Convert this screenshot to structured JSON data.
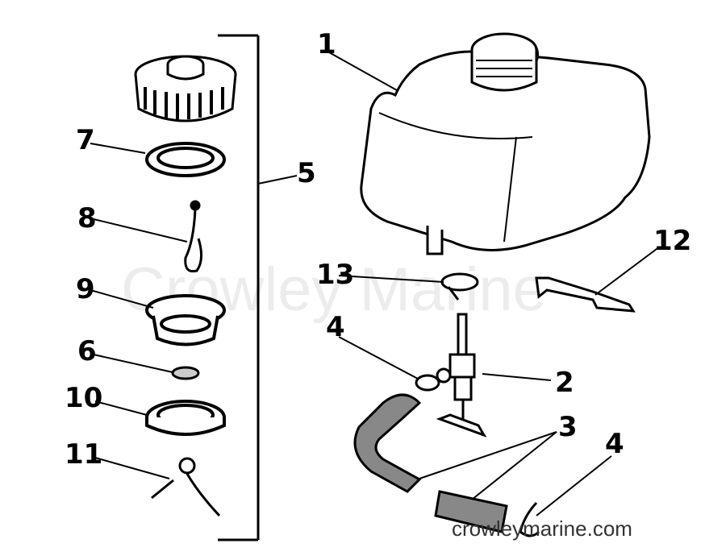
{
  "diagram": {
    "watermark": "Crowley Marine",
    "footer": "crowleymarine.com",
    "callouts": {
      "c1": "1",
      "c2": "2",
      "c3": "3",
      "c4a": "4",
      "c4b": "4",
      "c5": "5",
      "c6": "6",
      "c7": "7",
      "c8": "8",
      "c9": "9",
      "c10": "10",
      "c11": "11",
      "c12": "12",
      "c13": "13"
    }
  }
}
